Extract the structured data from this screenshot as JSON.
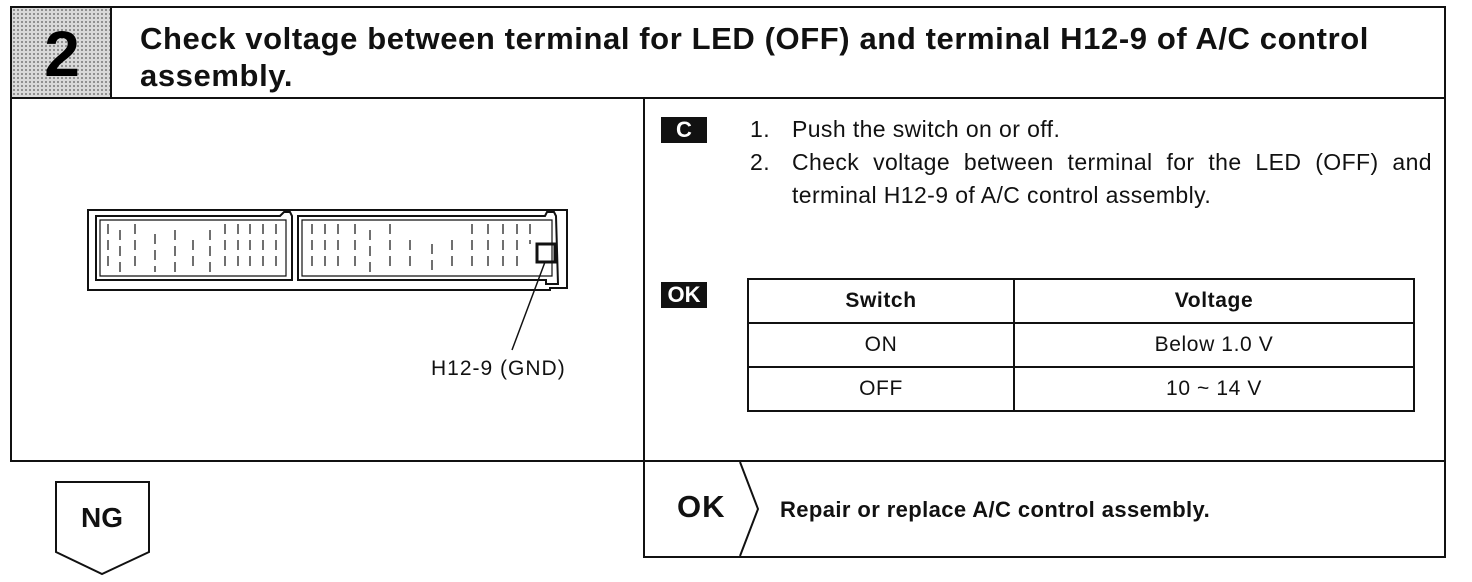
{
  "header": {
    "step_number": "2",
    "title": "Check voltage between terminal for LED (OFF) and terminal H12-9 of A/C control assembly."
  },
  "diagram": {
    "terminal_label": "H12-9 (GND)",
    "connector": "connector-icon"
  },
  "instructions": {
    "badge_c": "C",
    "steps": [
      {
        "num": "1.",
        "text": "Push the switch on or off."
      },
      {
        "num": "2.",
        "text": "Check voltage between terminal for the LED (OFF) and terminal H12-9 of A/C control assembly."
      }
    ]
  },
  "ok_section": {
    "badge": "OK",
    "table": {
      "headers": [
        "Switch",
        "Voltage"
      ],
      "rows": [
        [
          "ON",
          "Below 1.0 V"
        ],
        [
          "OFF",
          "10 ~ 14 V"
        ]
      ]
    }
  },
  "results": {
    "ok_label": "OK",
    "ok_text": "Repair or replace A/C control assembly.",
    "ng_label": "NG"
  }
}
